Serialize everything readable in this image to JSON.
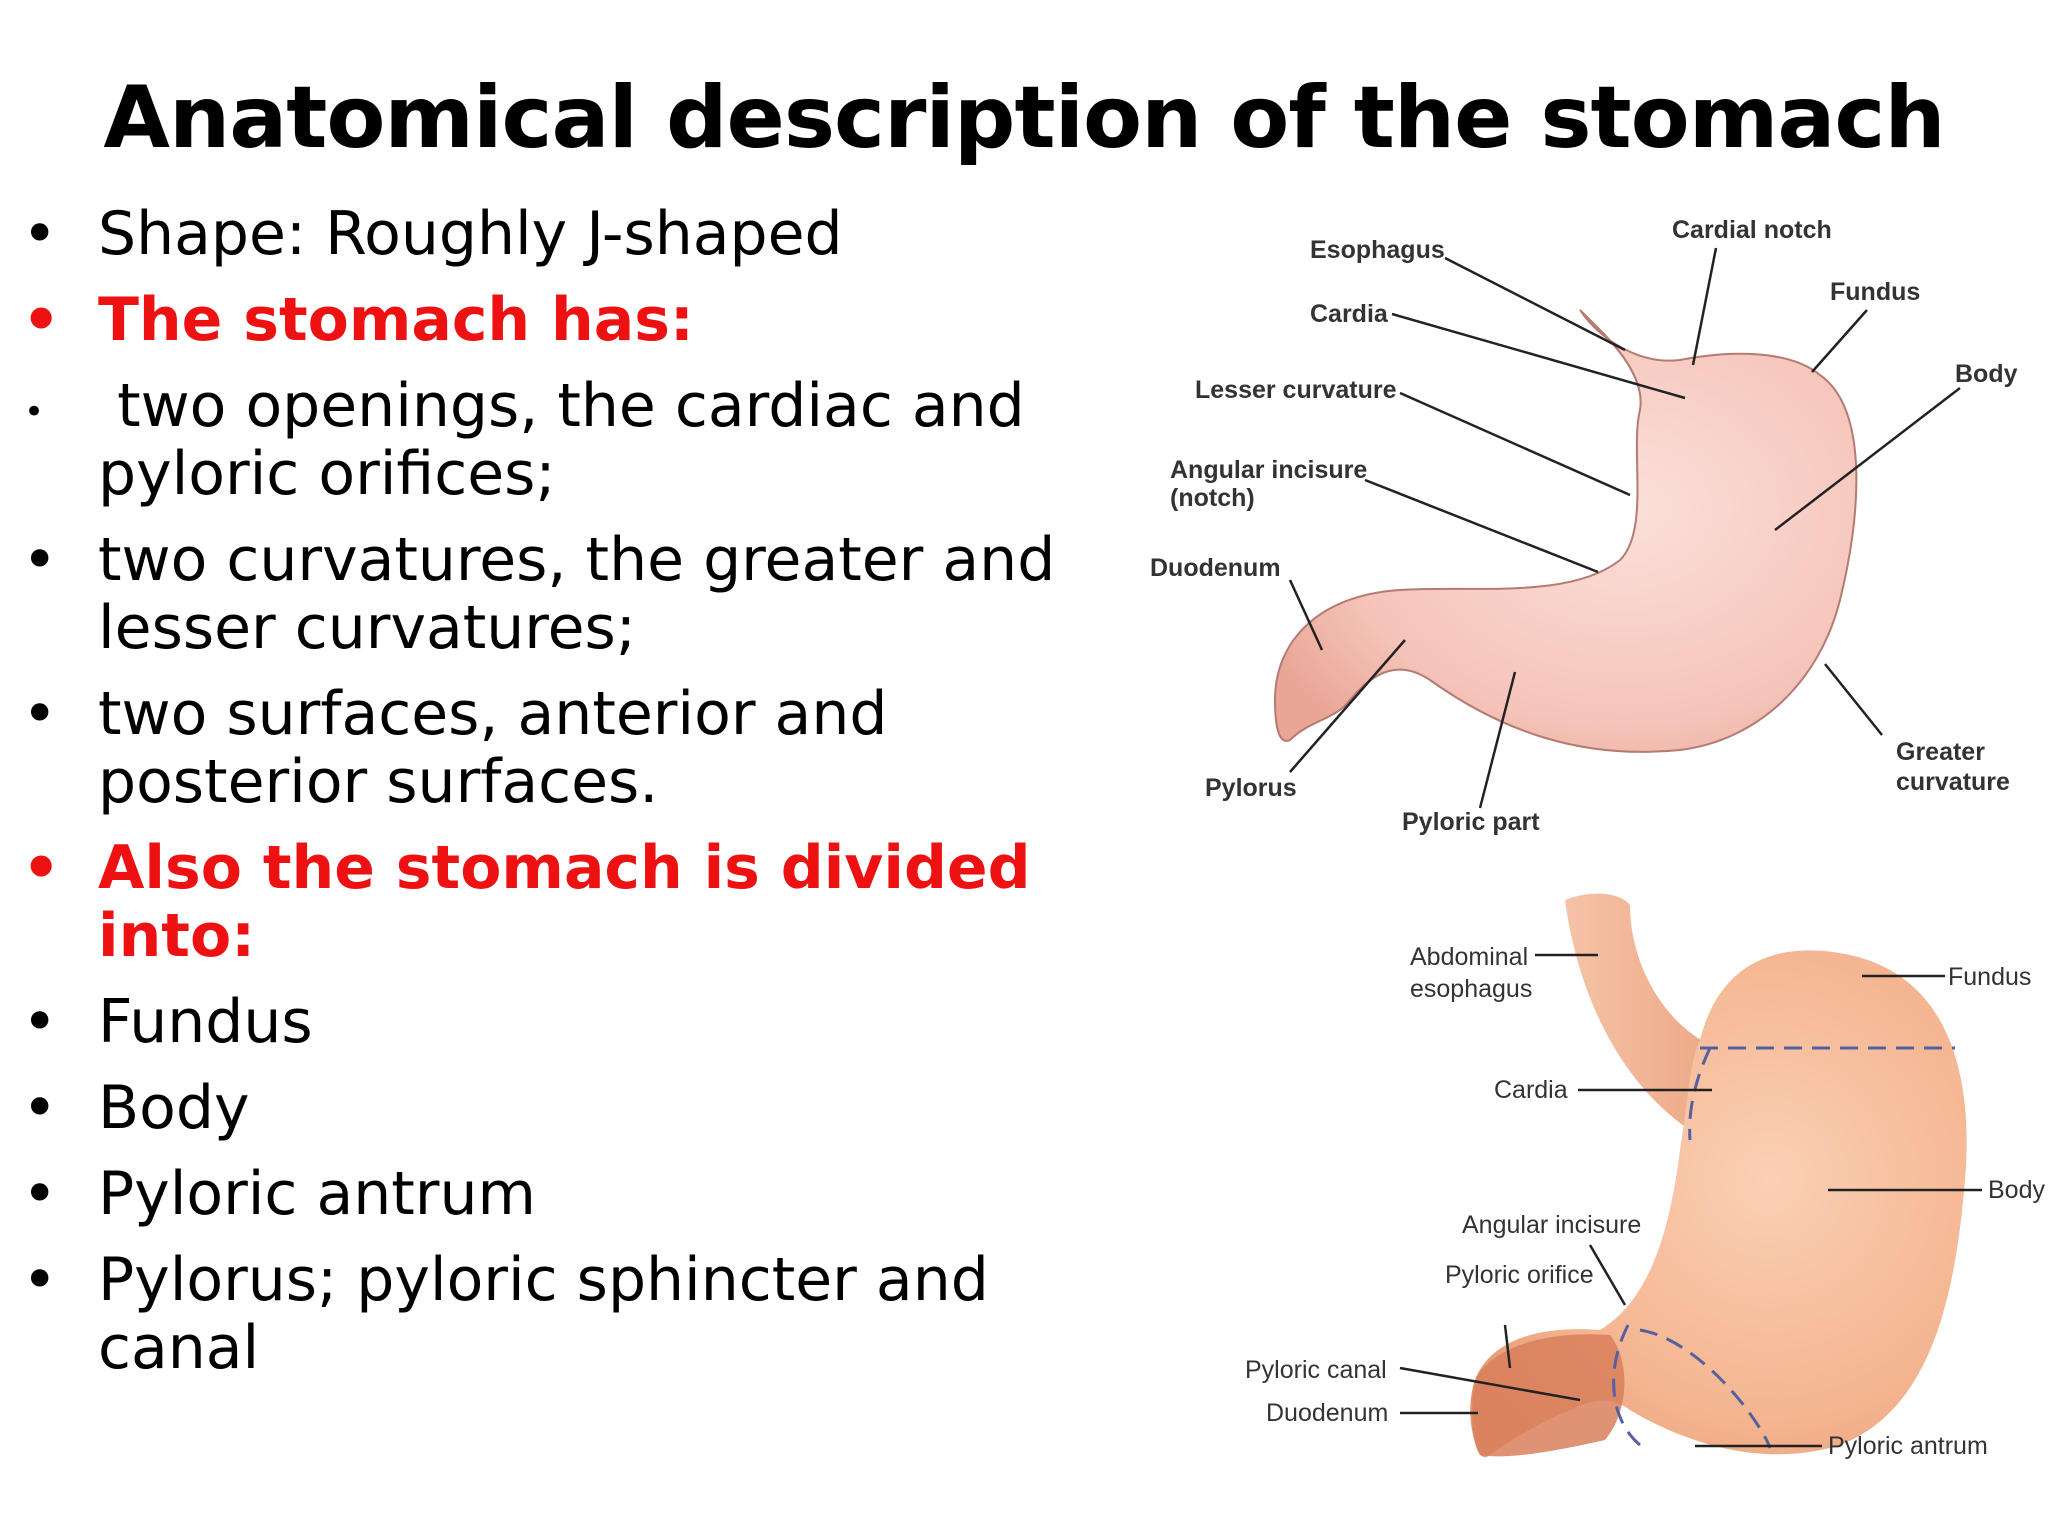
{
  "slide": {
    "title": "Anatomical description of the stomach"
  },
  "bullets": [
    {
      "text": "Shape: Roughly J-shaped",
      "style": "normal"
    },
    {
      "text": "The stomach has:",
      "style": "red"
    },
    {
      "text": " two openings, the cardiac and pyloric orifices;",
      "style": "normal-small-dot"
    },
    {
      "text": "two curvatures, the greater and lesser curvatures;",
      "style": "normal"
    },
    {
      "text": "two surfaces, anterior and posterior surfaces.",
      "style": "normal"
    },
    {
      "text": "Also the stomach is divided into:",
      "style": "red"
    },
    {
      "text": "Fundus",
      "style": "normal"
    },
    {
      "text": "Body",
      "style": "normal"
    },
    {
      "text": "Pyloric antrum",
      "style": "normal"
    },
    {
      "text": "Pylorus; pyloric sphincter and canal",
      "style": "normal"
    }
  ],
  "bullet_glyph": "•",
  "colors": {
    "accent_red": "#ee1111",
    "stomach_fill": "#f5c9c0",
    "stomach_fill_2": "#f4b48f",
    "outline": "#333333",
    "divider_dash": "#5560a0"
  },
  "figure_top": {
    "labels": {
      "esophagus": "Esophagus",
      "cardial_notch": "Cardial notch",
      "fundus": "Fundus",
      "cardia": "Cardia",
      "body": "Body",
      "lesser_curvature": "Lesser curvature",
      "angular_incisure_1": "Angular incisure",
      "angular_incisure_2": "(notch)",
      "duodenum": "Duodenum",
      "pylorus": "Pylorus",
      "pyloric_part": "Pyloric part",
      "greater_curvature_1": "Greater",
      "greater_curvature_2": "curvature"
    }
  },
  "figure_bottom": {
    "labels": {
      "abdominal_esophagus_1": "Abdominal",
      "abdominal_esophagus_2": "esophagus",
      "fundus": "Fundus",
      "cardia": "Cardia",
      "body": "Body",
      "angular_incisure": "Angular incisure",
      "pyloric_orifice": "Pyloric orifice",
      "pyloric_canal": "Pyloric canal",
      "duodenum": "Duodenum",
      "pyloric_antrum": "Pyloric antrum"
    }
  }
}
